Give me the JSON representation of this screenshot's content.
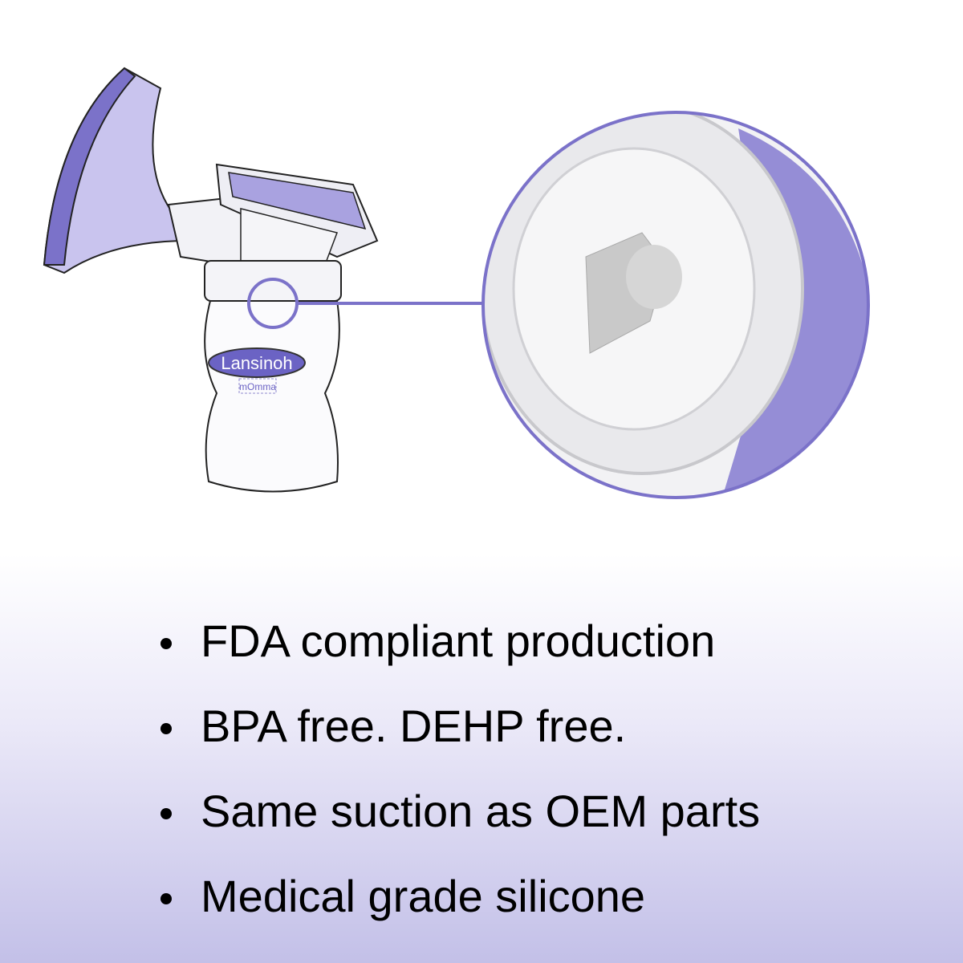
{
  "product_image": {
    "brand_logo": "Lansinoh",
    "sub_logo": "mOmma",
    "colors": {
      "accent": "#7b72c9",
      "logo_fill": "#6b63c4",
      "background_bottom": "#c3c0e8"
    }
  },
  "features": [
    "FDA compliant production",
    "BPA free. DEHP free.",
    "Same suction as OEM parts",
    "Medical grade silicone"
  ]
}
